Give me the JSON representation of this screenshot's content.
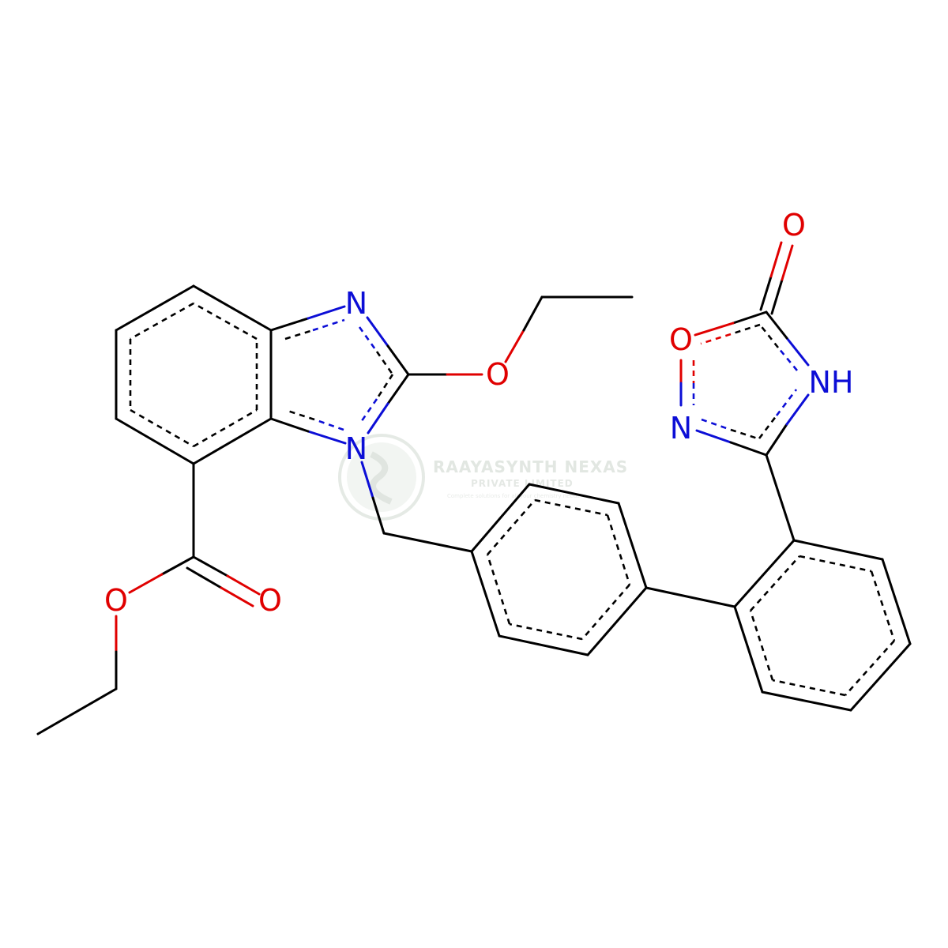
{
  "watermark": {
    "title": "RAAYASYNTH NEXAS",
    "subtitle": "PRIVATE LIMITED",
    "tagline": "Complete solutions for all your chemistry needs"
  },
  "atoms": {
    "n_imine": "N",
    "n_benz": "N",
    "o_ethoxy": "O",
    "o_ester_single": "O",
    "o_ester_double": "O",
    "o_oxadiazole": "O",
    "nh_oxadiazole": "NH",
    "n_oxadiazole": "N",
    "o_carbonyl": "O"
  },
  "colors": {
    "bond": "#000000",
    "nitrogen": "#0c0ed6",
    "oxygen": "#e00000",
    "watermark": "#dfe5df"
  }
}
